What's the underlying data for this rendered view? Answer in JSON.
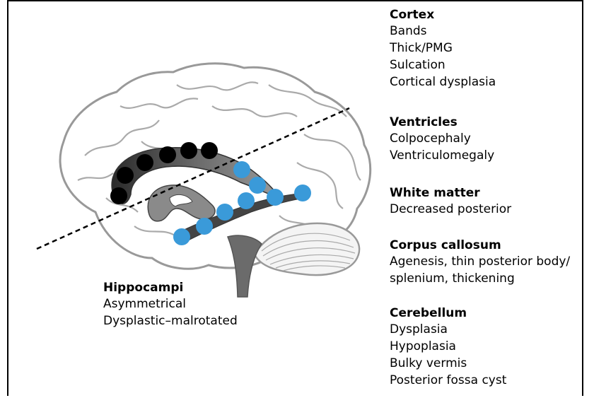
{
  "groups": {
    "cortex": {
      "heading": "Cortex",
      "items": [
        "Bands",
        "Thick/PMG",
        "Sulcation",
        "Cortical dysplasia"
      ]
    },
    "ventricles": {
      "heading": "Ventricles",
      "items": [
        "Colpocephaly",
        "Ventriculomegaly"
      ]
    },
    "white_matter": {
      "heading": "White matter",
      "items": [
        "Decreased posterior"
      ]
    },
    "corpus_callosum": {
      "heading": "Corpus callosum",
      "items": [
        "Agenesis, thin posterior body/",
        "splenium, thickening"
      ]
    },
    "cerebellum": {
      "heading": "Cerebellum",
      "items": [
        "Dysplasia",
        "Hypoplasia",
        "Bulky vermis",
        "Posterior fossa cyst"
      ]
    },
    "hippocampi": {
      "heading": "Hippocampi",
      "items": [
        "Asymmetrical",
        "Dysplastic–malrotated"
      ]
    }
  },
  "colors": {
    "black_dots": "#000000",
    "blue_dots": "#3a9ad9",
    "corpus_callosum_fill": "#4a4a4a",
    "brain_outline": "#999999"
  }
}
